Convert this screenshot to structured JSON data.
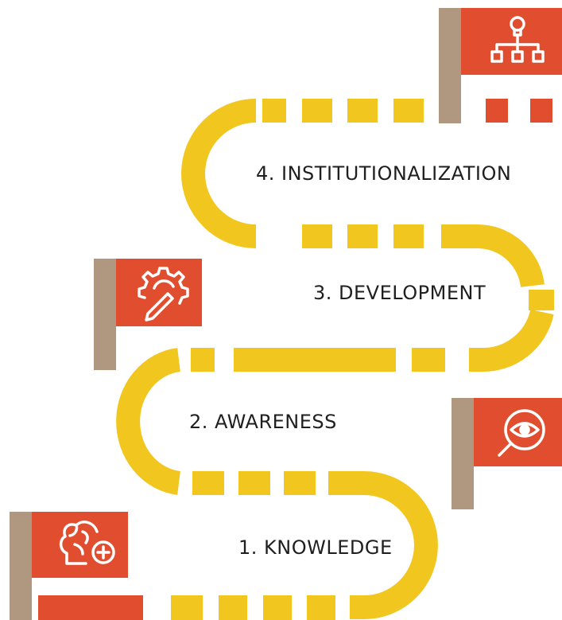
{
  "stages": [
    {
      "number": 4,
      "label": "4. INSTITUTIONALIZATION",
      "icon": "hierarchy-lightbulb-icon"
    },
    {
      "number": 3,
      "label": "3. DEVELOPMENT",
      "icon": "gear-pencil-icon"
    },
    {
      "number": 2,
      "label": "2. AWARENESS",
      "icon": "eye-magnifier-icon"
    },
    {
      "number": 1,
      "label": "1. KNOWLEDGE",
      "icon": "brain-plus-icon"
    }
  ],
  "colors": {
    "road": "#F1C61F",
    "flag": "#E04E2F",
    "pole": "#B09880",
    "icon": "#FFFFFF",
    "text": "#1F1F1F"
  }
}
